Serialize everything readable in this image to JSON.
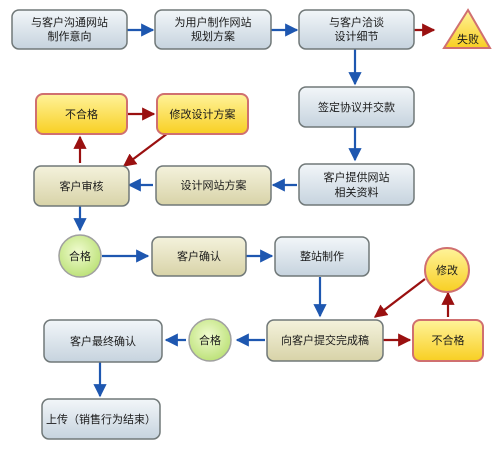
{
  "flowchart": {
    "nodes": {
      "intent": {
        "lines": [
          "与客户沟通网站",
          "制作意向"
        ]
      },
      "plan": {
        "lines": [
          "为用户制作网站",
          "规划方案"
        ]
      },
      "negotiate": {
        "lines": [
          "与客户洽谈",
          "设计细节"
        ]
      },
      "fail": {
        "lines": [
          "失败"
        ]
      },
      "sign": {
        "lines": [
          "签定协议并交款"
        ]
      },
      "materials": {
        "lines": [
          "客户提供网站",
          "相关资料"
        ]
      },
      "design": {
        "lines": [
          "设计网站方案"
        ]
      },
      "review": {
        "lines": [
          "客户审核"
        ]
      },
      "reject1": {
        "lines": [
          "不合格"
        ]
      },
      "revise_plan": {
        "lines": [
          "修改设计方案"
        ]
      },
      "pass1": {
        "lines": [
          "合格"
        ]
      },
      "confirm": {
        "lines": [
          "客户确认"
        ]
      },
      "build": {
        "lines": [
          "整站制作"
        ]
      },
      "submit": {
        "lines": [
          "向客户提交完成稿"
        ]
      },
      "revise": {
        "lines": [
          "修改"
        ]
      },
      "reject2": {
        "lines": [
          "不合格"
        ]
      },
      "pass2": {
        "lines": [
          "合格"
        ]
      },
      "final": {
        "lines": [
          "客户最终确认"
        ]
      },
      "upload": {
        "lines": [
          "上传（销售行为结束）"
        ]
      }
    }
  },
  "colors": {
    "blue_box": "#d9e2ea",
    "olive_box": "#e6e3c4",
    "yellow_box": "#fde35a",
    "green_circle": "#d7f09a",
    "blue_arrow": "#1e57b0",
    "red_arrow": "#9a1010",
    "outline": "#707878"
  }
}
